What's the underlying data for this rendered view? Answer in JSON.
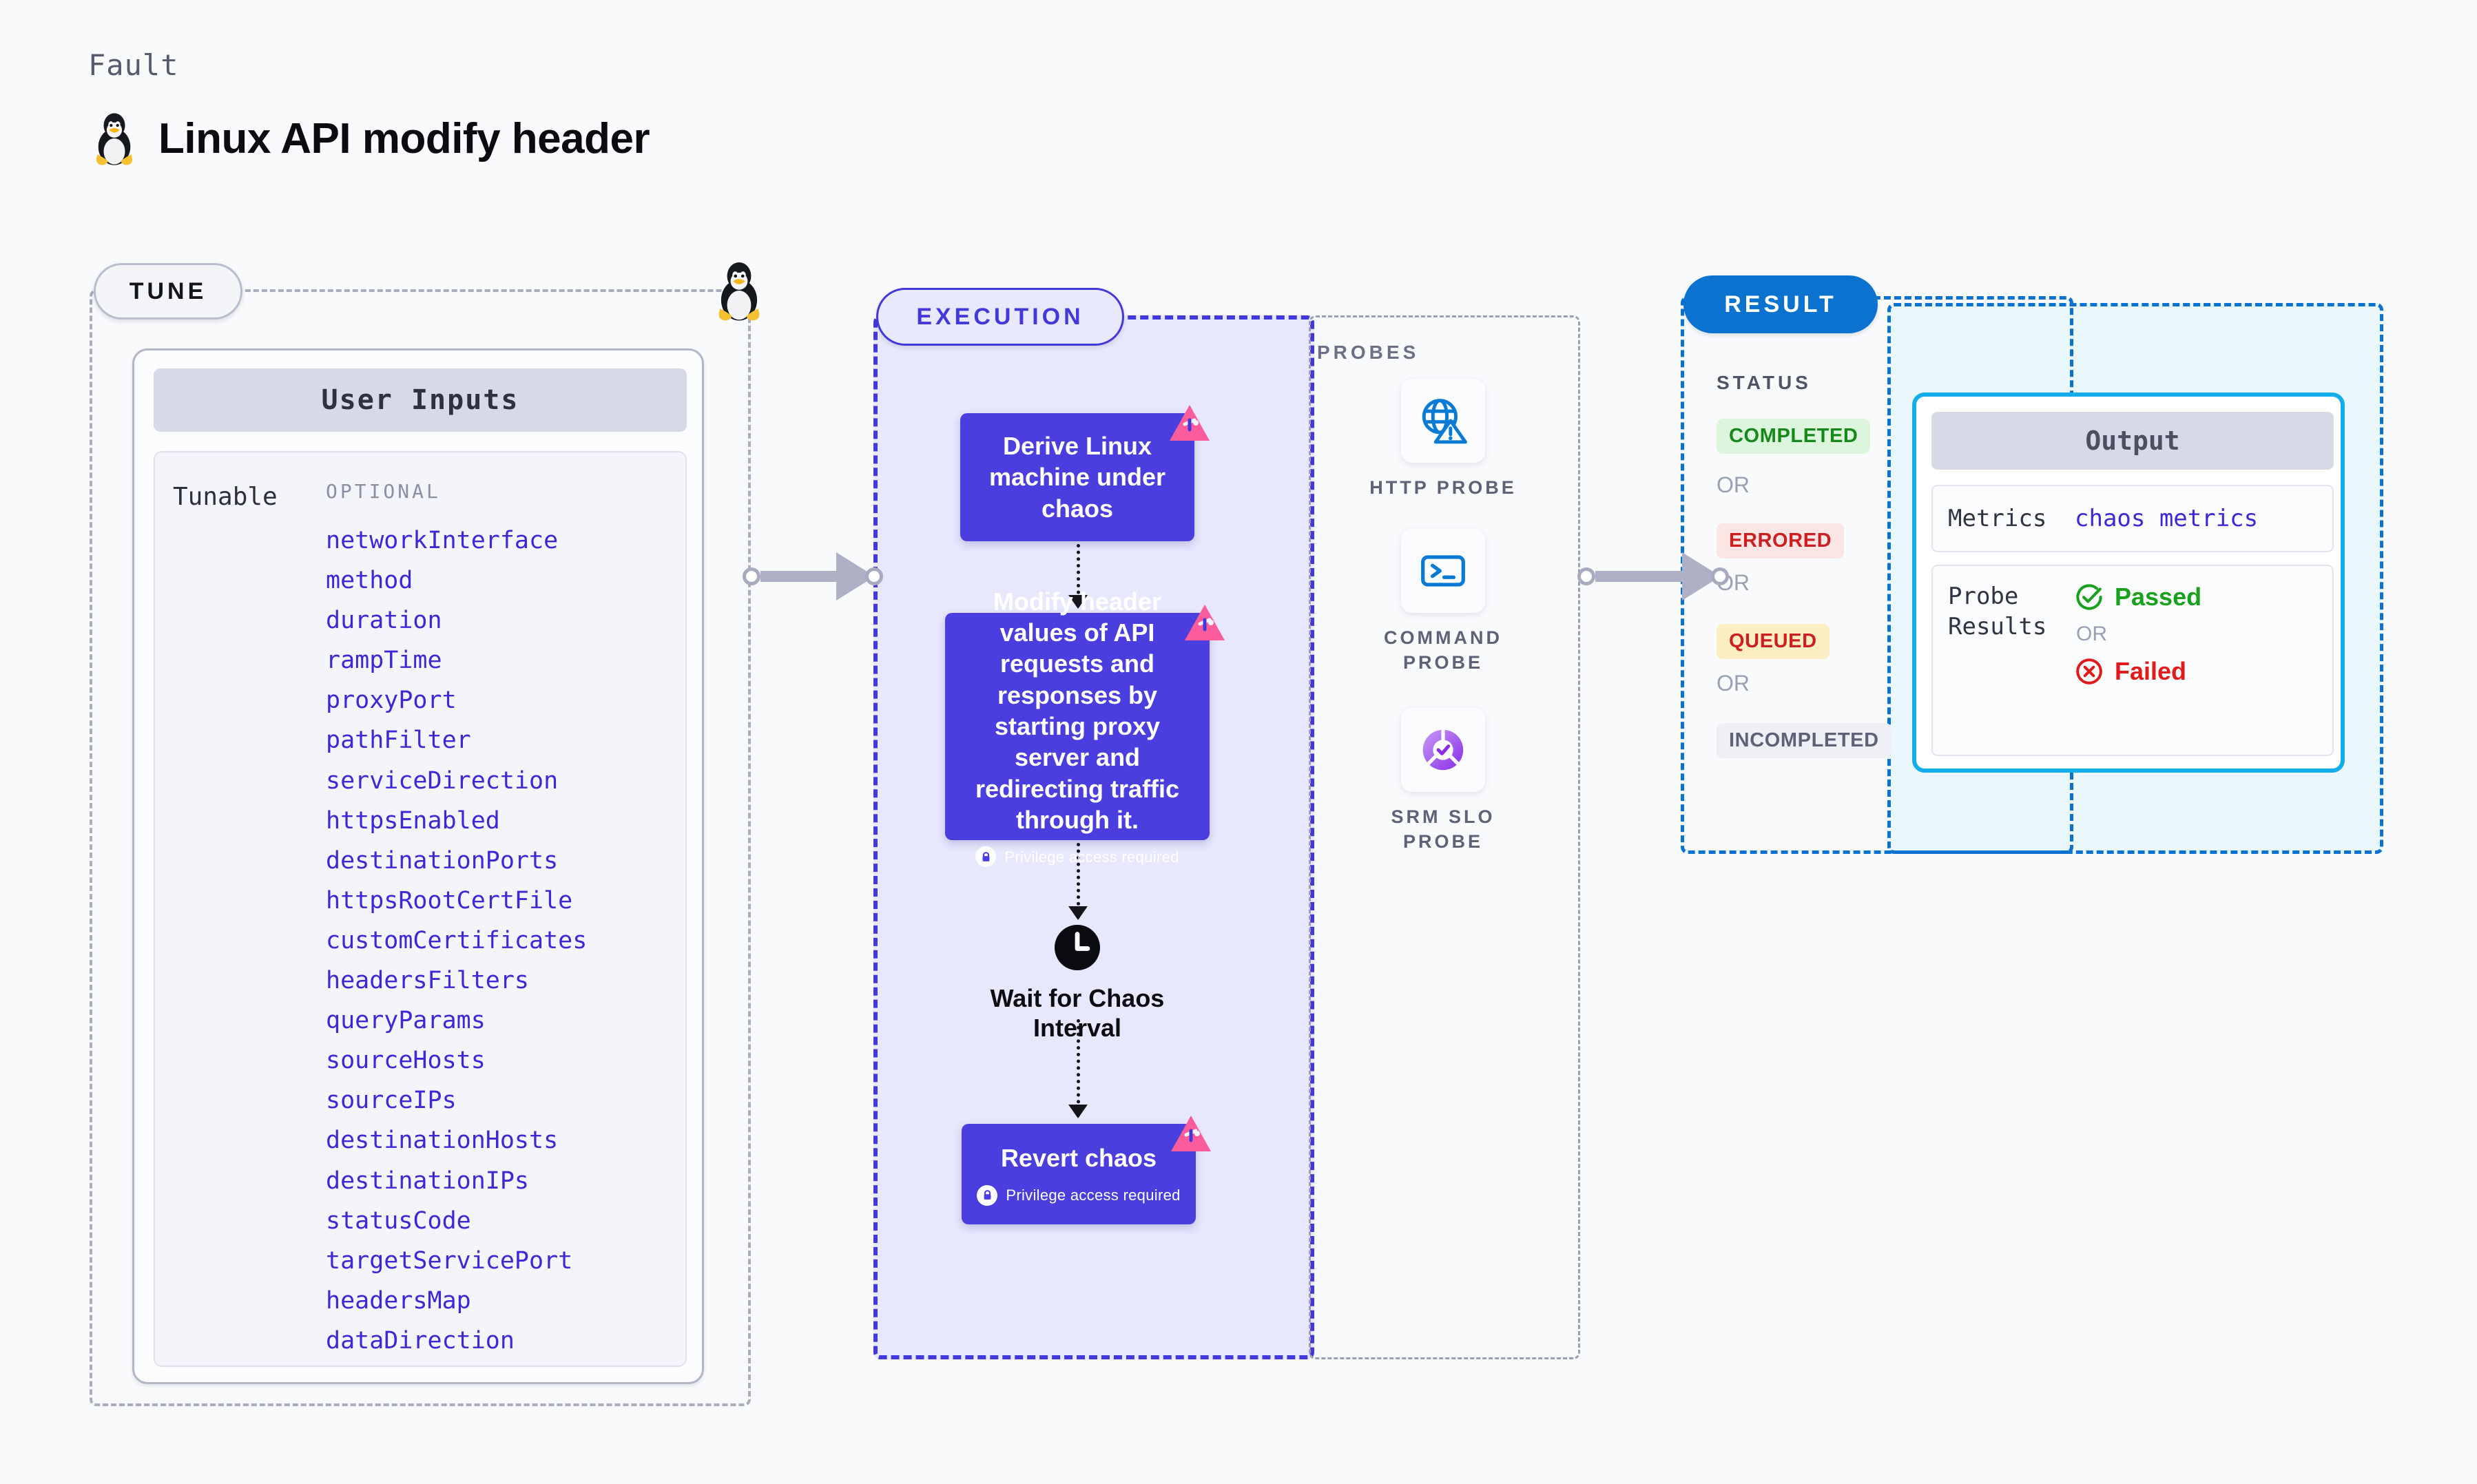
{
  "header": {
    "kicker": "Fault",
    "title": "Linux API modify header",
    "icon": "linux-tux-icon"
  },
  "tune": {
    "pill_label": "TUNE",
    "card_title": "User Inputs",
    "group_label": "Tunable",
    "optional_label": "OPTIONAL",
    "parameters": [
      "networkInterface",
      "method",
      "duration",
      "rampTime",
      "proxyPort",
      "pathFilter",
      "serviceDirection",
      "httpsEnabled",
      "destinationPorts",
      "httpsRootCertFile",
      "customCertificates",
      "headersFilters",
      "queryParams",
      "sourceHosts",
      "sourceIPs",
      "destinationHosts",
      "destinationIPs",
      "statusCode",
      "targetServicePort",
      "headersMap",
      "dataDirection"
    ]
  },
  "execution": {
    "pill_label": "EXECUTION",
    "steps": [
      {
        "label": "Derive Linux machine under chaos",
        "privilege": null,
        "chaos_badge": true
      },
      {
        "label": "Modify header values of API requests and responses by starting proxy server and redirecting traffic through it.",
        "privilege": "Privilege access required",
        "chaos_badge": true
      },
      {
        "label": "Wait for Chaos Interval",
        "privilege": null,
        "chaos_badge": false
      },
      {
        "label": "Revert chaos",
        "privilege": "Privilege access required",
        "chaos_badge": true
      }
    ]
  },
  "probes": {
    "section_label": "PROBES",
    "items": [
      {
        "label": "HTTP PROBE",
        "icon": "globe-warning-icon"
      },
      {
        "label": "COMMAND PROBE",
        "icon": "terminal-icon"
      },
      {
        "label": "SRM SLO PROBE",
        "icon": "srm-slo-donut-icon"
      }
    ]
  },
  "result": {
    "pill_label": "RESULT",
    "status_label": "STATUS",
    "or_label": "OR",
    "statuses": [
      {
        "label": "COMPLETED",
        "bg": "#ddf5dc",
        "fg": "#16891b"
      },
      {
        "label": "ERRORED",
        "bg": "#fbe5e5",
        "fg": "#cc1f1f"
      },
      {
        "label": "QUEUED",
        "bg": "#fdeec3",
        "fg": "#cc1f1f"
      },
      {
        "label": "INCOMPLETED",
        "bg": "#eef0f6",
        "fg": "#5d6277"
      }
    ]
  },
  "output": {
    "title": "Output",
    "metrics_key": "Metrics",
    "metrics_value": "chaos metrics",
    "probe_results_key": "Probe Results",
    "passed_label": "Passed",
    "failed_label": "Failed",
    "or_label": "OR"
  },
  "colors": {
    "accent_violet": "#4b3ede",
    "accent_blue": "#0b72d0",
    "accent_cyan": "#12adea",
    "chaos_pink": "#fb5c9c",
    "pass_green": "#19a11d",
    "fail_red": "#e01b1b"
  }
}
